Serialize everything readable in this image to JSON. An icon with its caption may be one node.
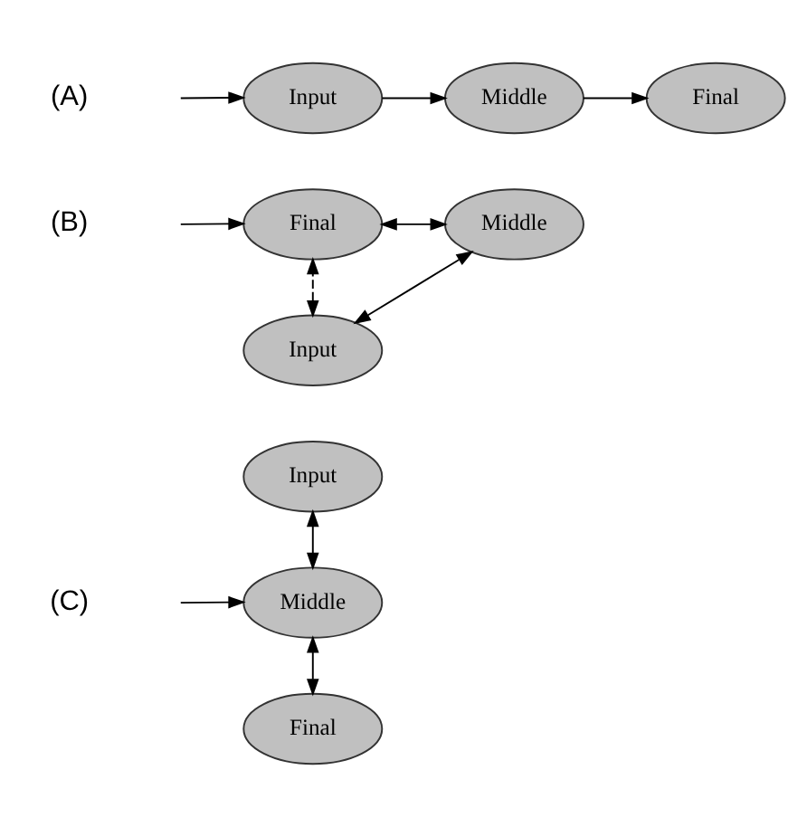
{
  "diagram": {
    "nodes": [
      {
        "text": [
          "Input"
        ]
      },
      {
        "text": [
          "Middle"
        ]
      },
      {
        "text": [
          "Final"
        ]
      },
      {
        "text": [
          "Final"
        ]
      },
      {
        "text": [
          "Middle"
        ]
      },
      {
        "text": [
          "Input"
        ]
      },
      {
        "text": [
          "Input"
        ]
      },
      {
        "text": [
          "Middle"
        ]
      },
      {
        "text": [
          "Final"
        ]
      }
    ],
    "edges": [
      {
        "from": null,
        "to": 0,
        "arrow": "to"
      },
      {
        "from": 0,
        "to": 1,
        "arrow": "to"
      },
      {
        "from": 1,
        "to": 2,
        "arrow": "to"
      },
      {
        "from": null,
        "to": 3,
        "arrow": "to"
      },
      {
        "from": 3,
        "to": 4,
        "arrow": "both"
      },
      {
        "from": 4,
        "to": 5,
        "arrow": "both"
      },
      {
        "from": 5,
        "to": 3,
        "arrow": "both",
        "style": "dashed"
      },
      {
        "from": 6,
        "to": 7,
        "arrow": "both"
      },
      {
        "from": null,
        "to": 7,
        "arrow": "to"
      },
      {
        "from": 7,
        "to": 8,
        "arrow": "both"
      }
    ],
    "labels": [
      "(A)",
      "(B)",
      "(C)"
    ]
  }
}
